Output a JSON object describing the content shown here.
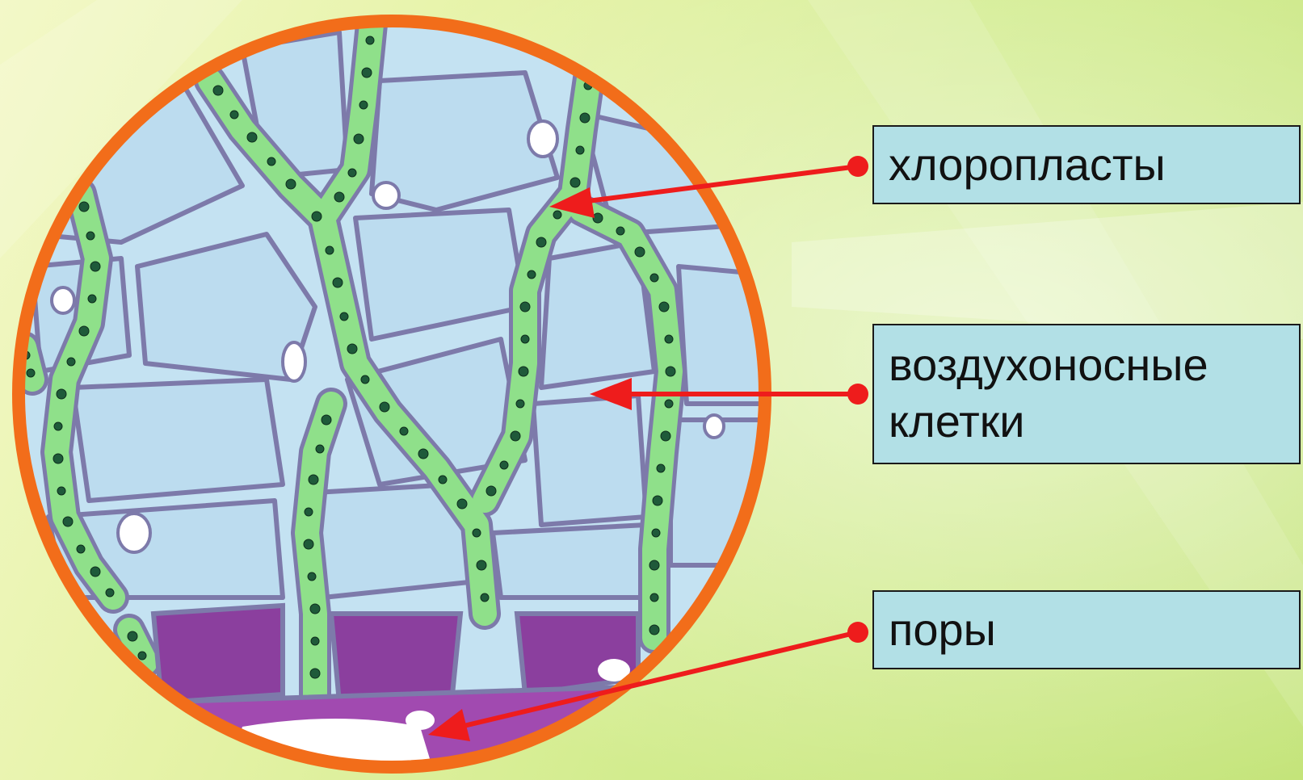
{
  "labels": {
    "chloroplasts": "хлоропласты",
    "air_cells_line1": "воздухоносные",
    "air_cells_line2": "клетки",
    "pores": "поры"
  },
  "colors": {
    "box_fill": "#b2e0e6",
    "arrow": "#ee1c1c",
    "circle_border": "#f26d1a",
    "air_cell": "#bfdff0",
    "cell_wall": "#7d7aaa",
    "chlorophyll_cell": "#8fe08a",
    "chloroplast_dot": "#1f5a3a",
    "pore_tissue": "#8b3f9e"
  }
}
